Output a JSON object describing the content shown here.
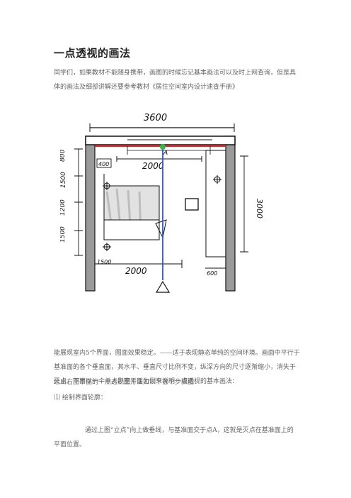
{
  "title": "一点透视的画法",
  "intro": "同学们，如果教材不能随身携带，画图的时候忘记基本画法可以及时上网查询，但是具体的画法及细部讲解还要参考教材《居住空间室内设计速查手册》",
  "figure": {
    "top_dimension": "3600",
    "point_label": "A",
    "center_dimension": "2000",
    "bottom_dimension": "2000",
    "right_dimension": "3000",
    "left_dims": [
      "800",
      "1500",
      "1200",
      "1500"
    ],
    "small_top_left": "400",
    "small_bottom_left": "1500",
    "small_bottom_right": "600",
    "colors": {
      "red_line": "#e8262a",
      "blue_line": "#2a55c4",
      "green_point": "#3cb34a",
      "wall_fill": "#9a9a9a"
    }
  },
  "para_features": "能展现室内5个界面，图面效果稳定。——适于表现静态单纯的空间环境。画面中平行于基准面的各个垂直面，其水平、垂直尺寸比例不变，纵深方向的尺寸逐渐缩小，消失于灭点。下面以一个单人卧室平面为例来说明一点透视的基本画法：",
  "para_steps_intro": "绘出右图平面的一点透视图方法如以下各个步骤图：",
  "step1": "⑴ 绘制界面轮廓：",
  "step1_desc": "通过上图“立点”向上做垂线，与基准面交于点A，这就是灭点在基准面上的平面位置。"
}
